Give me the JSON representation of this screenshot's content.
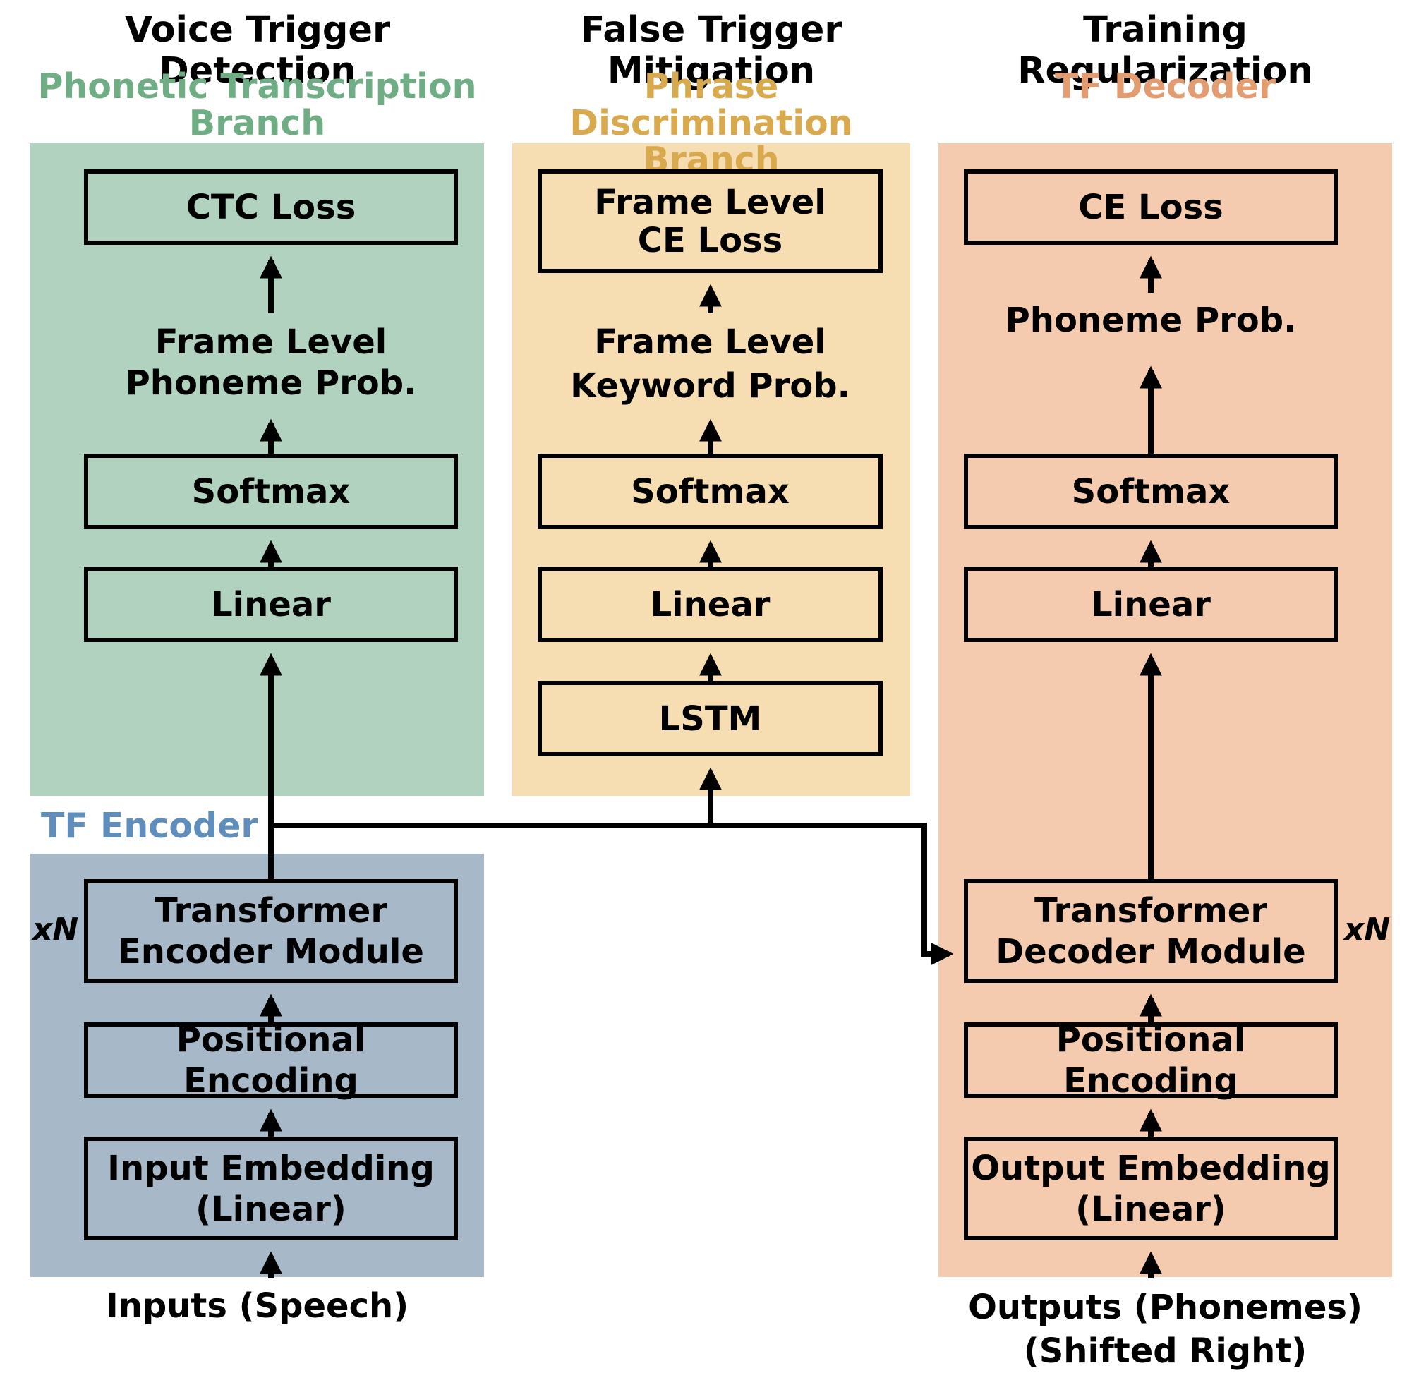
{
  "columns": {
    "voice": {
      "title": "Voice Trigger Detection",
      "subtitle": "Phonetic Transcription\nBranch",
      "color": "#6fae84",
      "panel_color": "#b1d2bf",
      "boxes": {
        "loss": "CTC Loss",
        "softmax": "Softmax",
        "linear": "Linear"
      },
      "prob_label": "Frame Level\nPhoneme Prob."
    },
    "false_trigger": {
      "title": "False Trigger Mitigation",
      "subtitle": "Phrase Discrimination\nBranch",
      "color": "#d9a94e",
      "panel_color": "#f7deb2",
      "boxes": {
        "loss": "Frame Level\nCE Loss",
        "softmax": "Softmax",
        "linear": "Linear",
        "lstm": "LSTM"
      },
      "prob_label": "Frame Level\nKeyword Prob."
    },
    "training": {
      "title": "Training Regularization",
      "subtitle": "TF Decoder",
      "color": "#e39b70",
      "panel_color": "#f5cbb0",
      "boxes": {
        "loss": "CE Loss",
        "softmax": "Softmax",
        "linear": "Linear",
        "decoder_module": "Transformer\nDecoder Module",
        "positional": "Positional Encoding",
        "embedding": "Output Embedding\n(Linear)"
      },
      "prob_label": "Phoneme Prob.",
      "repeat_label": "xN",
      "input_label": "Outputs (Phonemes)\n(Shifted Right)"
    }
  },
  "encoder": {
    "title": "TF Encoder",
    "color": "#5f8ebc",
    "panel_color": "#a7b9c8",
    "boxes": {
      "encoder_module": "Transformer\nEncoder Module",
      "positional": "Positional Encoding",
      "embedding": "Input Embedding\n(Linear)"
    },
    "repeat_label": "xN",
    "input_label": "Inputs (Speech)"
  }
}
